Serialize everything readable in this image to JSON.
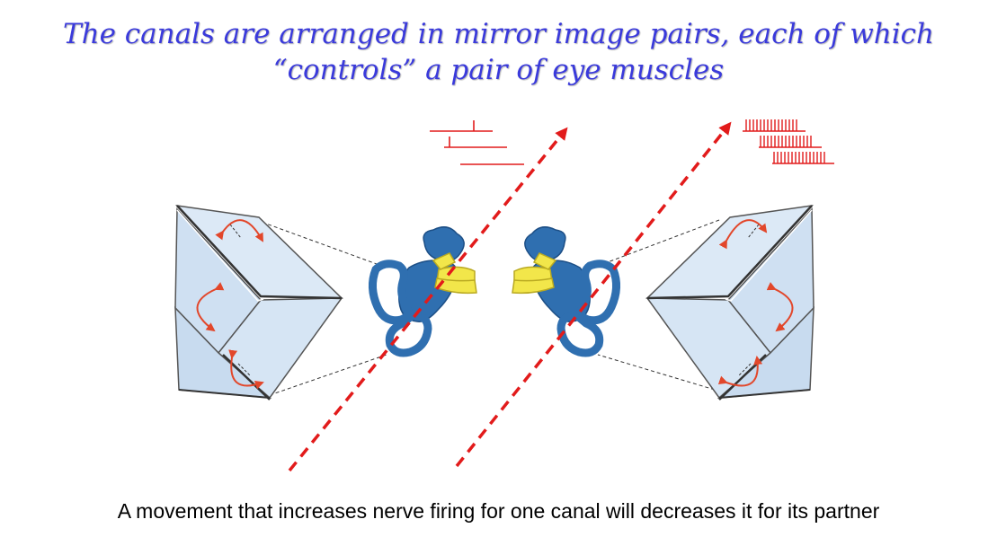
{
  "slide": {
    "title_line1": "The canals are arranged in mirror image pairs, each of which",
    "title_line2": "“controls” a pair of eye muscles",
    "caption": "A movement that increases nerve firing for one canal will decreases it for its partner"
  },
  "colors": {
    "title": "#3a3adb",
    "canal_plane_fill": "#dbe8f5",
    "inner_ear": "#2f6fb0",
    "nerve": "#f2e64a",
    "axis_red": "#e21b1b",
    "rotation_arrow": "#e2472b"
  },
  "icons": [
    "inner-ear-left",
    "inner-ear-right",
    "canal-planes-left",
    "canal-planes-right",
    "rotation-arrow",
    "spike-train"
  ]
}
